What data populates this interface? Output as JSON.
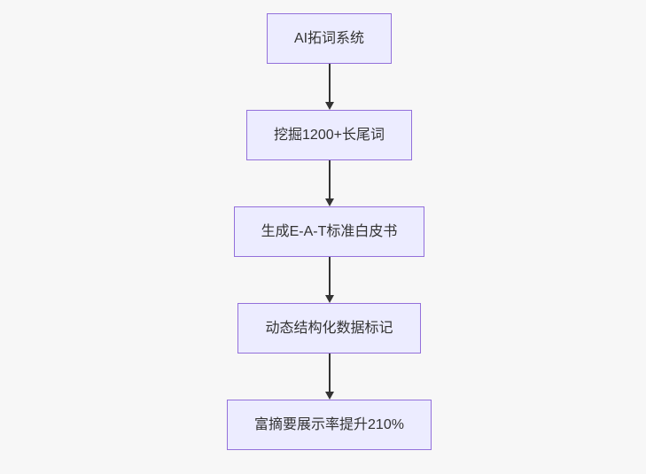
{
  "diagram": {
    "type": "flowchart",
    "direction": "top-down",
    "nodes": [
      {
        "id": "n1",
        "label": "AI拓词系统"
      },
      {
        "id": "n2",
        "label": "挖掘1200+长尾词"
      },
      {
        "id": "n3",
        "label": "生成E-A-T标准白皮书"
      },
      {
        "id": "n4",
        "label": "动态结构化数据标记"
      },
      {
        "id": "n5",
        "label": "富摘要展示率提升210%"
      }
    ],
    "edges": [
      {
        "from": "n1",
        "to": "n2"
      },
      {
        "from": "n2",
        "to": "n3"
      },
      {
        "from": "n3",
        "to": "n4"
      },
      {
        "from": "n4",
        "to": "n5"
      }
    ],
    "colors": {
      "background": "#F7F7F7",
      "node_fill": "#ECECFF",
      "node_border": "#9370DB",
      "text": "#333333",
      "arrow": "#333333"
    }
  }
}
